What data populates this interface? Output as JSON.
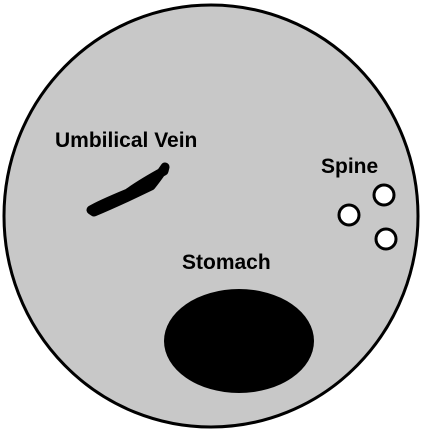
{
  "diagram": {
    "colors": {
      "section_fill": "#c8c8c8",
      "outline": "#000000",
      "structure_fill": "#000000",
      "vertebra_fill": "#ffffff"
    },
    "labels": {
      "umbilical_vein": "Umbilical Vein",
      "spine": "Spine",
      "stomach": "Stomach"
    }
  }
}
